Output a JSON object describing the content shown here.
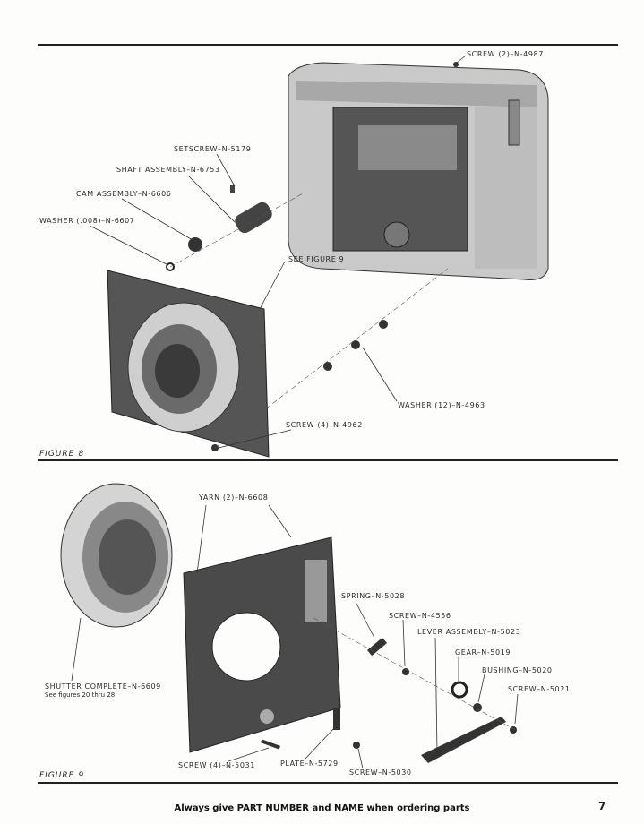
{
  "figure8": {
    "caption_word": "FIGURE",
    "caption_number": "8",
    "labels": {
      "screw_4987": "SCREW (2)–N-4987",
      "setscrew_5179": "SETSCREW–N-5179",
      "shaft_6753": "SHAFT ASSEMBLY–N-6753",
      "cam_6606": "CAM ASSEMBLY–N-6606",
      "washer_6607": "WASHER (.008)–N-6607",
      "see_fig9": "SEE FIGURE 9",
      "washer_4963": "WASHER (12)–N-4963",
      "screw_4962": "SCREW (4)–N-4962"
    }
  },
  "figure9": {
    "caption_word": "FIGURE",
    "caption_number": "9",
    "labels": {
      "yarn_6608": "YARN (2)–N-6608",
      "spring_5028": "SPRING–N-5028",
      "screw_4556": "SCREW–N-4556",
      "lever_5023": "LEVER ASSEMBLY–N-5023",
      "gear_5019": "GEAR–N-5019",
      "bushing_5020": "BUSHING–N-5020",
      "screw_5021": "SCREW–N-5021",
      "shutter_6609": "SHUTTER COMPLETE–N-6609",
      "shutter_note": "See figures 20 thru 28",
      "screw_5031": "SCREW (4)–N-5031",
      "plate_5729": "PLATE–N-5729",
      "screw_5030": "SCREW–N-5030"
    }
  },
  "footer": {
    "text": "Always give PART NUMBER and NAME when ordering parts",
    "page_number": "7"
  }
}
